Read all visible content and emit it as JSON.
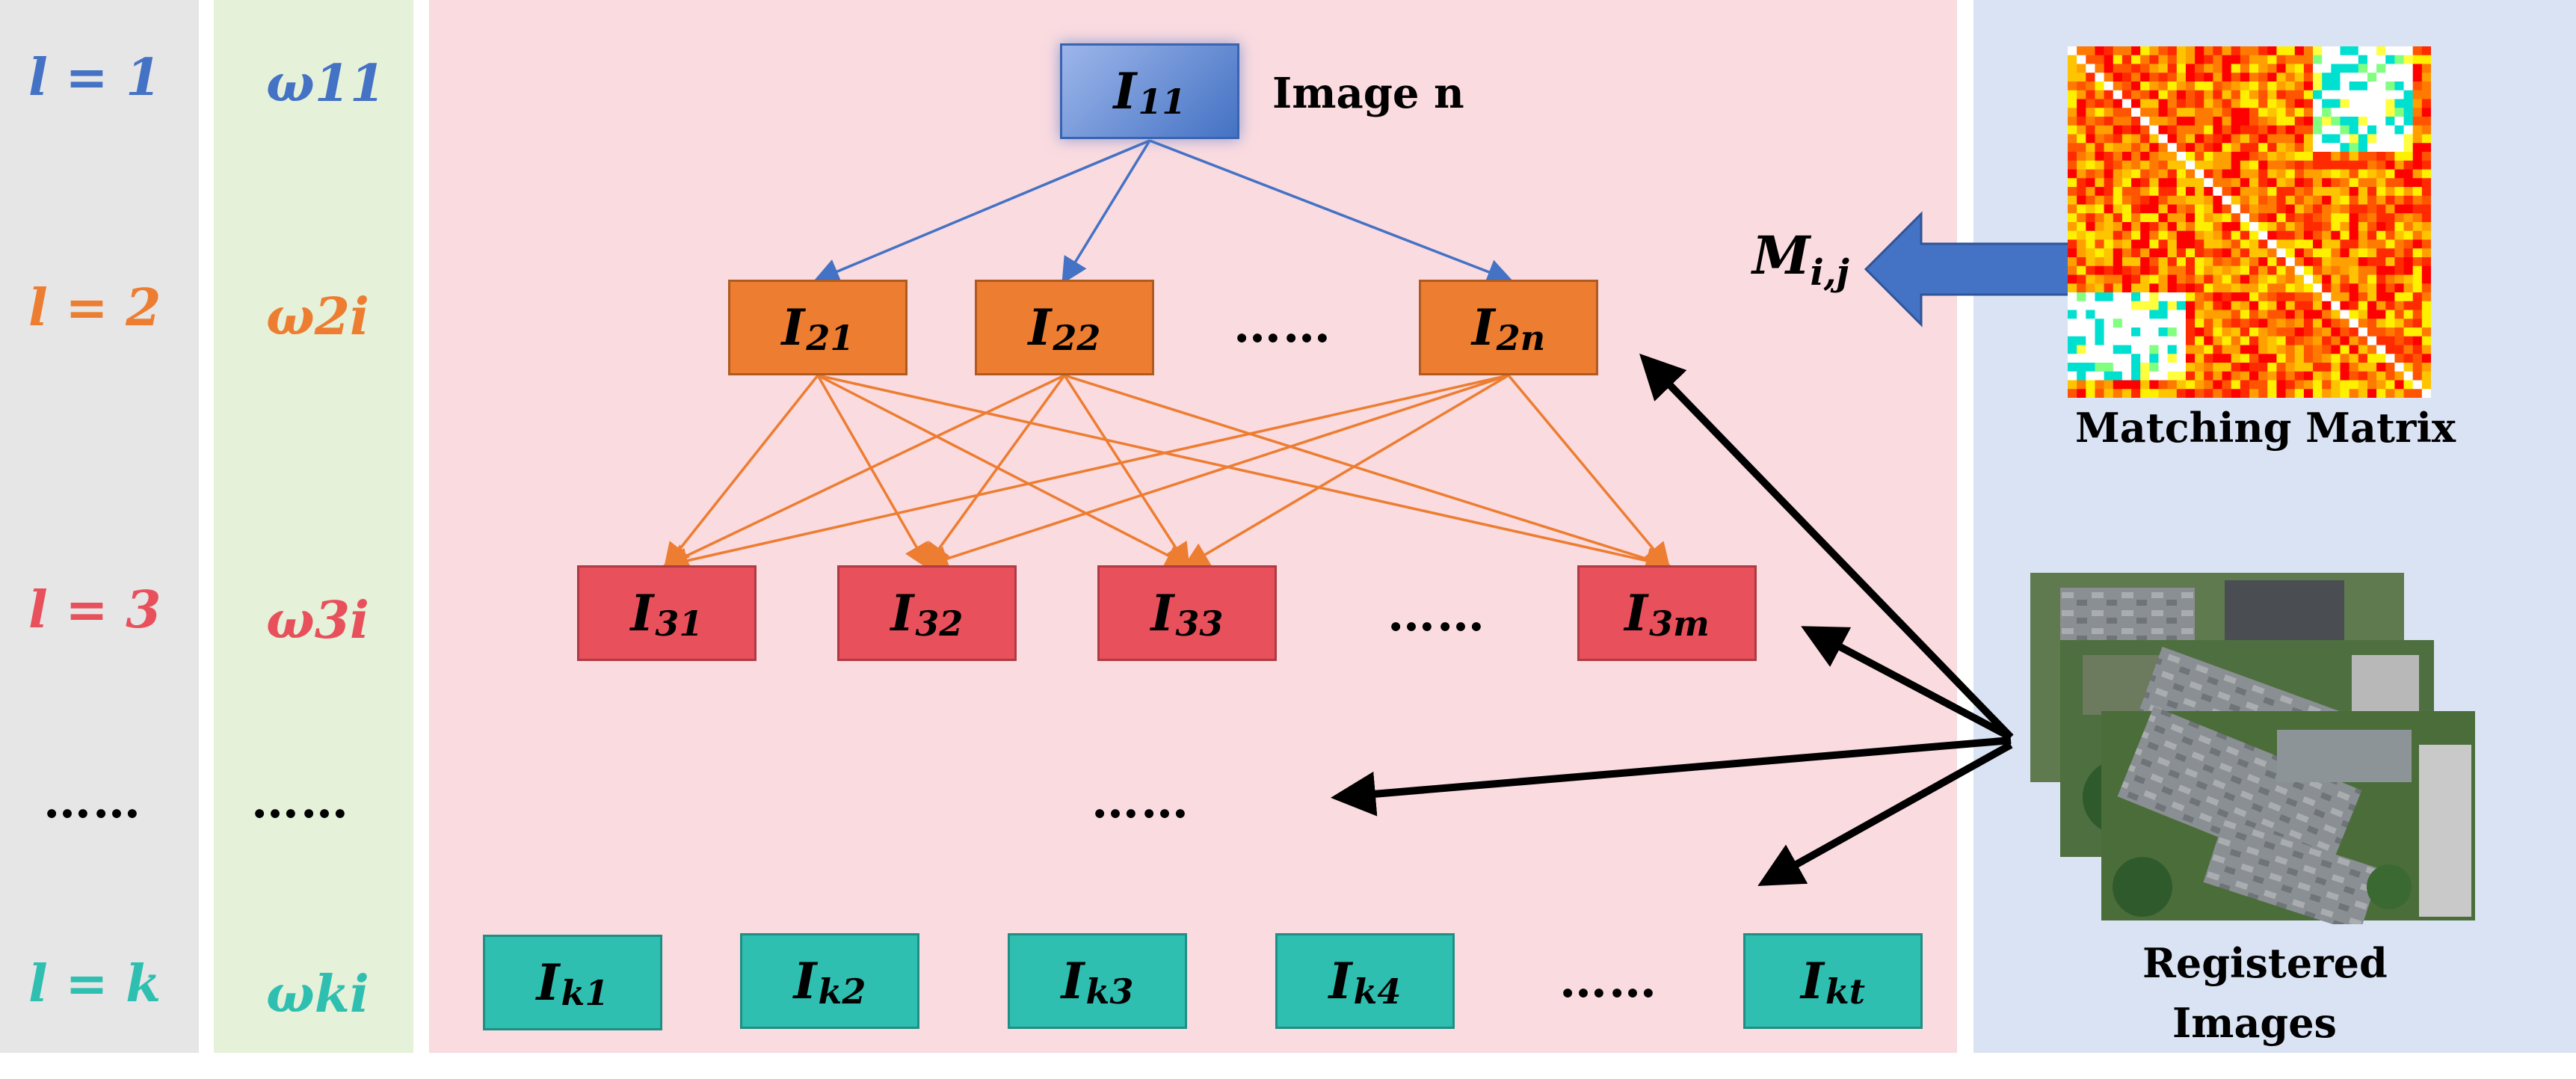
{
  "levels": [
    {
      "label": "l = 1",
      "weight": "ω11"
    },
    {
      "label": "l = 2",
      "weight": "ω2i"
    },
    {
      "label": "l = 3",
      "weight": "ω3i"
    },
    {
      "label": "……",
      "weight": "……"
    },
    {
      "label": "l = k",
      "weight": "ωki"
    }
  ],
  "tree": {
    "root": {
      "label": "I11",
      "base": "I",
      "sub": "11",
      "note": "Image n"
    },
    "level2": [
      {
        "base": "I",
        "sub": "21"
      },
      {
        "base": "I",
        "sub": "22"
      },
      {
        "base": "I",
        "sub": "2n"
      }
    ],
    "level3": [
      {
        "base": "I",
        "sub": "31"
      },
      {
        "base": "I",
        "sub": "32"
      },
      {
        "base": "I",
        "sub": "33"
      },
      {
        "base": "I",
        "sub": "3m"
      }
    ],
    "levelk": [
      {
        "base": "I",
        "sub": "k1"
      },
      {
        "base": "I",
        "sub": "k2"
      },
      {
        "base": "I",
        "sub": "k3"
      },
      {
        "base": "I",
        "sub": "k4"
      },
      {
        "base": "I",
        "sub": "kt"
      }
    ],
    "ellipsis": "……"
  },
  "matrix": {
    "symbol_base": "M",
    "symbol_sub": "i,j",
    "caption": "Matching Matrix"
  },
  "registered": {
    "caption_line1": "Registered",
    "caption_line2": "Images"
  },
  "colors": {
    "level1": "#4472c4",
    "level2": "#ed7d31",
    "level3": "#e8505b",
    "levelk": "#2fbfb1"
  }
}
